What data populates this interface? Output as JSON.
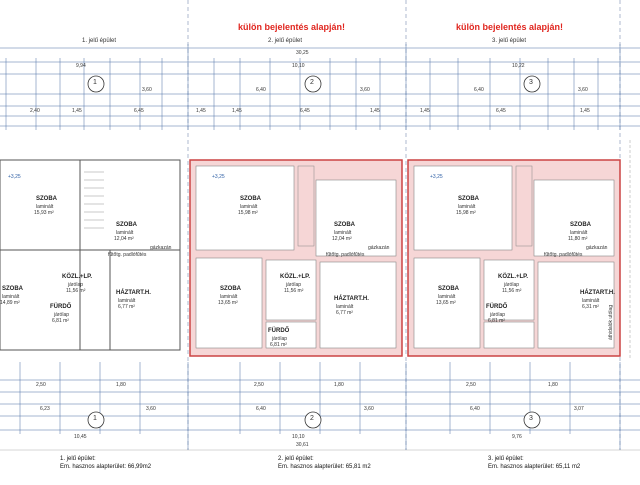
{
  "banners": {
    "b2": "külön bejelentés alapján!",
    "b3": "külön bejelentés alapján!"
  },
  "buildings": {
    "b1": "1. jelű épület",
    "b2": "2. jelű épület",
    "b3": "3. jelű épület"
  },
  "axes": {
    "a1": "1",
    "a2": "2",
    "a3": "3"
  },
  "top_dims": {
    "total": "30,25",
    "d1": "9,94",
    "d2": "10,10",
    "d3": "10,22",
    "r1": [
      "3,60",
      "6,40",
      "3,60",
      "6,40",
      "3,60"
    ],
    "r2": [
      "2,40",
      "1,45",
      "6,45",
      "1,45",
      "1,45",
      "6,45",
      "1,45",
      "1,45",
      "6,45",
      "1,45"
    ]
  },
  "bottom_dims": {
    "total": "30,61",
    "d1": "10,45",
    "d2": "10,10",
    "d3": "9,76",
    "r1": [
      "2,50",
      "1,80",
      "2,50",
      "1,80",
      "2,50",
      "1,80"
    ],
    "r2": [
      "6,23",
      "3,60",
      "6,40",
      "3,60",
      "6,40",
      "3,07"
    ]
  },
  "rooms": {
    "u1": {
      "szoba_a": "SZOBA",
      "szoba_a_m": "laminált",
      "szoba_a_a": "15,93 m²",
      "szoba_b": "SZOBA",
      "szoba_b_m": "laminált",
      "szoba_b_a": "12,04 m²",
      "szoba_c": "SZOBA",
      "szoba_c_m": "laminált",
      "szoba_c_a": "14,89 m²",
      "kozl": "KÖZL.+LP.",
      "kozl_m": "járólap",
      "kozl_a": "11,56 m²",
      "furdo": "FÜRDŐ",
      "furdo_m": "járólap",
      "furdo_a": "6,81 m²",
      "haztart": "HÁZTART.H.",
      "haztart_m": "laminált",
      "haztart_a": "6,77 m²",
      "padlo": "fűtőtg. padlófűtés",
      "gaz": "gázkazán"
    },
    "u2": {
      "szoba_a": "SZOBA",
      "szoba_a_m": "laminált",
      "szoba_a_a": "15,98 m²",
      "szoba_b": "SZOBA",
      "szoba_b_m": "laminált",
      "szoba_b_a": "12,04 m²",
      "szoba_c": "SZOBA",
      "szoba_c_m": "laminált",
      "szoba_c_a": "13,65 m²",
      "kozl": "KÖZL.+LP.",
      "kozl_m": "járólap",
      "kozl_a": "11,56 m²",
      "furdo": "FÜRDŐ",
      "furdo_m": "járólap",
      "furdo_a": "6,81 m²",
      "haztart": "HÁZTART.H.",
      "haztart_m": "laminált",
      "haztart_a": "6,77 m²",
      "padlo": "fűtőtg. padlófűtés",
      "gaz": "gázkazán"
    },
    "u3": {
      "szoba_a": "SZOBA",
      "szoba_a_m": "laminált",
      "szoba_a_a": "15,98 m²",
      "szoba_b": "SZOBA",
      "szoba_b_m": "laminált",
      "szoba_b_a": "11,80 m²",
      "szoba_c": "SZOBA",
      "szoba_c_m": "laminált",
      "szoba_c_a": "13,65 m²",
      "kozl": "KÖZL.+LP.",
      "kozl_m": "járólap",
      "kozl_a": "11,56 m²",
      "furdo": "FÜRDŐ",
      "furdo_m": "járólap",
      "furdo_a": "6,81 m²",
      "haztart": "HÁZTART.H.",
      "haztart_m": "laminált",
      "haztart_a": "6,31 m²",
      "padlo": "fűtőtg. padlófűtés",
      "gaz": "gázkazán"
    }
  },
  "levels": {
    "l1": "+3,25",
    "l2": "+3,25",
    "l3": "+3,25"
  },
  "side_label": "áthidalók utólag",
  "captions": {
    "c1_title": "1. jelű épület:",
    "c1_area": "Em. hasznos alapterület: 66,99m2",
    "c2_title": "2. jelű épület:",
    "c2_area": "Em. hasznos alapterület: 65,81 m2",
    "c3_title": "3. jelű épület:",
    "c3_area": "Em. hasznos alapterület: 65,11 m2"
  },
  "colors": {
    "wall_fill": "#f6d6d6",
    "wall_line": "#cc4444",
    "dim_line": "#4a6fa5",
    "banner": "#e0261f"
  }
}
